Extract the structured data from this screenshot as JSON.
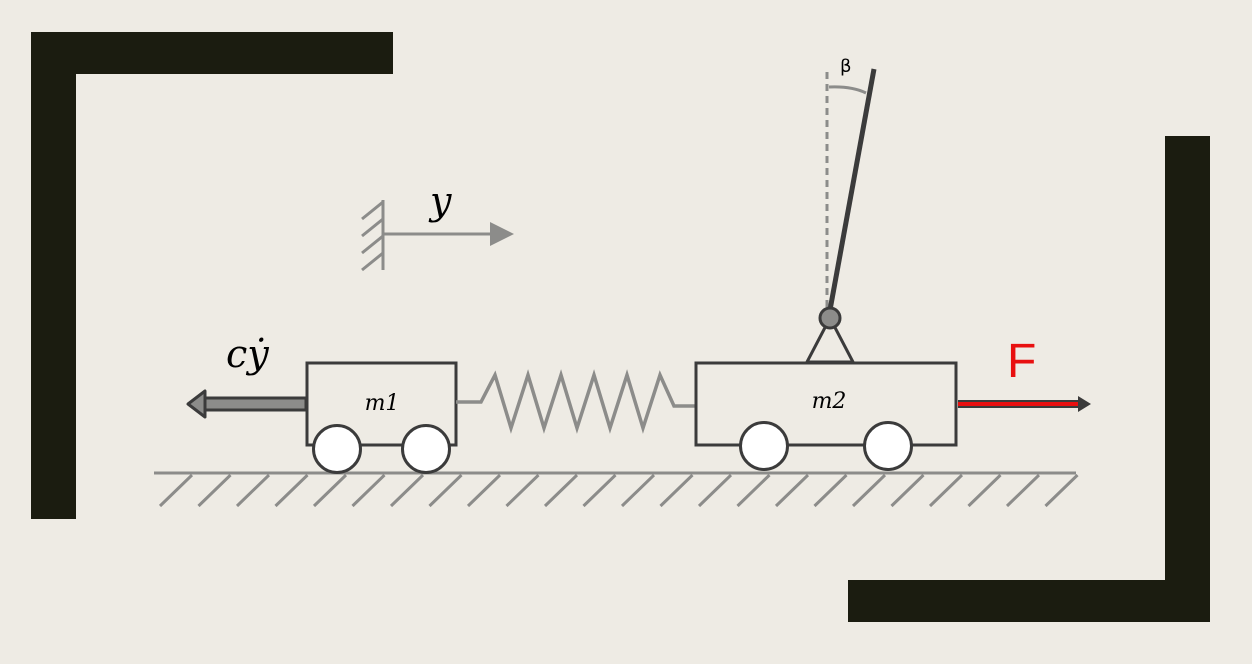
{
  "labels": {
    "displacement": "y",
    "damping_force": "cẏ",
    "mass_left": "m1",
    "mass_right": "m2",
    "applied_force": "F",
    "pendulum_angle": "β"
  },
  "colors": {
    "background": "#eeebe4",
    "frame": "#1b1c10",
    "line_dark": "#3b3b3b",
    "line_gray": "#8c8c8a",
    "force_red": "#e81010",
    "wheel_fill": "#ffffff"
  },
  "icons": {
    "fixed_support": "hatched-wall-icon",
    "ground": "hatched-ground-icon"
  }
}
